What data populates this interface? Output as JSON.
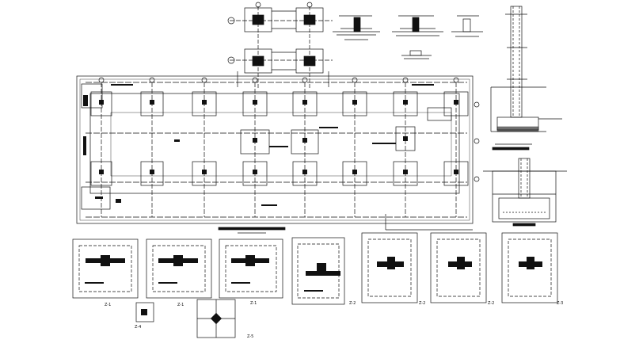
{
  "drawing": {
    "background": "#ffffff",
    "ink": "#111111"
  },
  "detail_labels": {
    "f1": "Z-1",
    "f2": "Z-1",
    "f3": "Z-1",
    "f4": "Z-2",
    "f5": "Z-2",
    "f6": "Z-2",
    "f7": "Z-3",
    "f8": "Z-4",
    "f9": "Z-5"
  }
}
